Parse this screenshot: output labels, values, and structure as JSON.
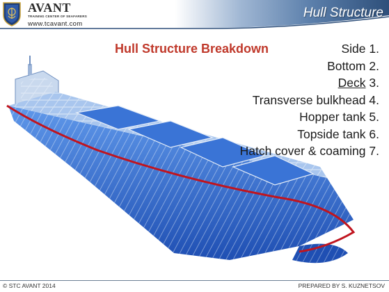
{
  "header": {
    "brand": "AVANT",
    "brand_sub": "TRAINING CENTER OF SEAFARERS",
    "url": "www.tcavant.com",
    "title": "Hull Structure",
    "colors": {
      "bar": "#6b8db5",
      "bar_dark": "#2e4f7a"
    }
  },
  "main": {
    "breakdown_title": "Hull Structure Breakdown",
    "parts": [
      {
        "label": "Side",
        "number": "1.",
        "active": false
      },
      {
        "label": "Bottom",
        "number": "2.",
        "active": false
      },
      {
        "label": "Deck",
        "number": "3.",
        "active": true
      },
      {
        "label": "Transverse bulkhead",
        "number": "4.",
        "active": false
      },
      {
        "label": "Hopper tank",
        "number": "5.",
        "active": false
      },
      {
        "label": "Topside tank",
        "number": "6.",
        "active": false
      },
      {
        "label": "Hatch cover & coaming",
        "number": "7.",
        "active": false
      }
    ],
    "ship_colors": {
      "hull": "#2f6fd6",
      "frame": "#d8e6f5",
      "outline": "#c0141e"
    }
  },
  "footer": {
    "left": "© STC AVANT 2014",
    "right": "PREPARED BY S. KUZNETSOV"
  }
}
